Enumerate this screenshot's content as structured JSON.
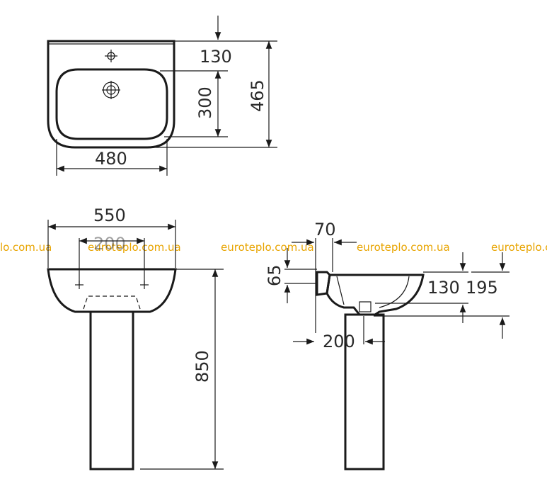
{
  "top_view": {
    "width": "480",
    "height_total": "465",
    "bowl_depth": "300",
    "tap_offset": "130"
  },
  "front_view": {
    "width": "550",
    "hole_spacing": "200",
    "height": "850"
  },
  "side_view": {
    "wall_gap": "70",
    "bracket_height": "65",
    "waste_height": "130",
    "rim_to_waste": "195",
    "pedestal_offset": "200"
  },
  "watermarks": [
    "lo.com.ua",
    "euroteplo.com.ua",
    "euroteplo.com.ua",
    "euroteplo.com.ua",
    "euroteplo.com.ua"
  ],
  "colors": {
    "line": "#1a1a1a",
    "watermark": "#e8a400",
    "background": "#ffffff"
  }
}
